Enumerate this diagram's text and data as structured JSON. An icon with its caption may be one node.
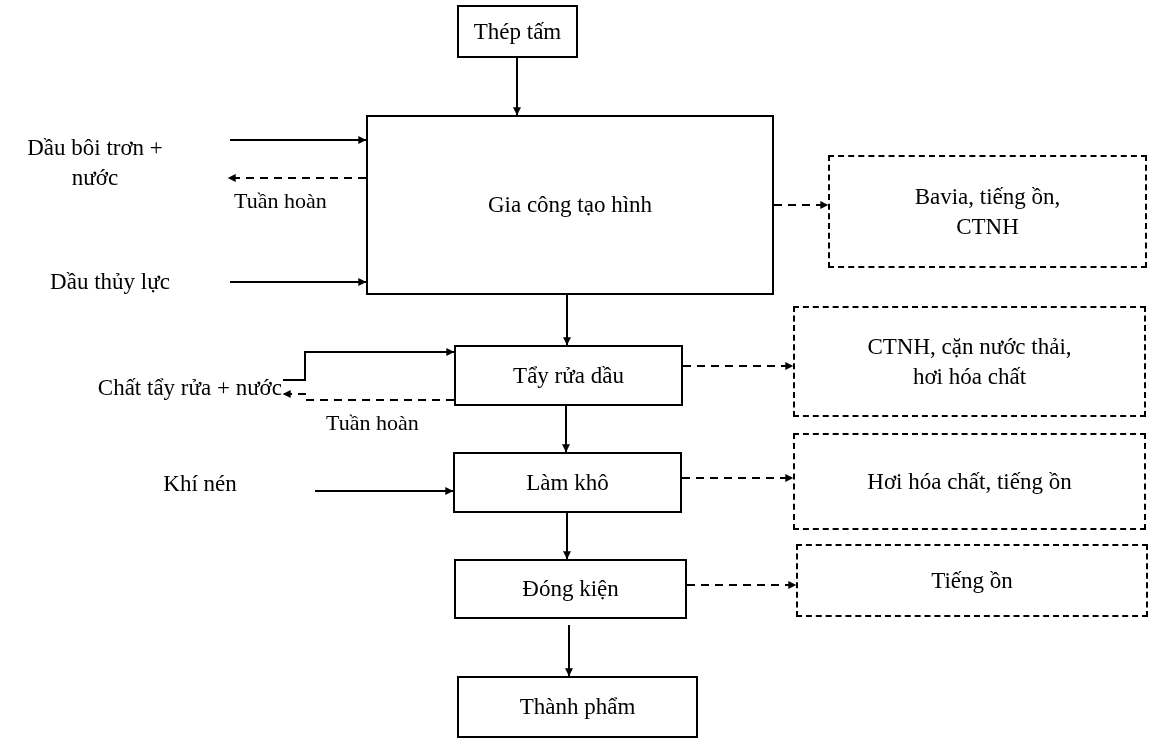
{
  "diagram": {
    "nodes": [
      {
        "text": [
          "Thép tấm"
        ]
      },
      {
        "text": [
          "Dầu bôi trơn + nước"
        ]
      },
      {
        "text": [
          "Dầu thủy lực"
        ]
      },
      {
        "text": [
          "Gia công tạo hình"
        ]
      },
      {
        "text": [
          "Bavia, tiếng ồn, CTNH"
        ]
      },
      {
        "text": [
          "Chất tẩy rửa + nước"
        ]
      },
      {
        "text": [
          "Tẩy rửa dầu"
        ]
      },
      {
        "text": [
          "CTNH, cặn nước thải, hơi hóa chất"
        ]
      },
      {
        "text": [
          "Khí nén"
        ]
      },
      {
        "text": [
          "Làm khô"
        ]
      },
      {
        "text": [
          "Hơi hóa chất, tiếng ồn"
        ]
      },
      {
        "text": [
          "Đóng kiện"
        ]
      },
      {
        "text": [
          "Tiếng ồn"
        ]
      },
      {
        "text": [
          "Thành phẩm"
        ]
      }
    ],
    "edges": [
      {
        "from": 0,
        "to": 3,
        "arrow": "to"
      },
      {
        "from": 1,
        "to": 3,
        "arrow": "to"
      },
      {
        "from": 3,
        "to": 1,
        "arrow": "to",
        "style": "dashed",
        "label": "Tuần hoàn"
      },
      {
        "from": 2,
        "to": 3,
        "arrow": "to"
      },
      {
        "from": 3,
        "to": 4,
        "arrow": "to",
        "style": "dashed"
      },
      {
        "from": 3,
        "to": 6,
        "arrow": "to"
      },
      {
        "from": 5,
        "to": 6,
        "arrow": "to"
      },
      {
        "from": 6,
        "to": 5,
        "arrow": "to",
        "style": "dashed",
        "label": "Tuần hoàn"
      },
      {
        "from": 6,
        "to": 7,
        "arrow": "to",
        "style": "dashed"
      },
      {
        "from": 6,
        "to": 9,
        "arrow": "to"
      },
      {
        "from": 8,
        "to": 9,
        "arrow": "to"
      },
      {
        "from": 9,
        "to": 10,
        "arrow": "to",
        "style": "dashed"
      },
      {
        "from": 9,
        "to": 11,
        "arrow": "to"
      },
      {
        "from": 11,
        "to": 12,
        "arrow": "to",
        "style": "dashed"
      },
      {
        "from": 11,
        "to": 13,
        "arrow": "to"
      }
    ]
  }
}
